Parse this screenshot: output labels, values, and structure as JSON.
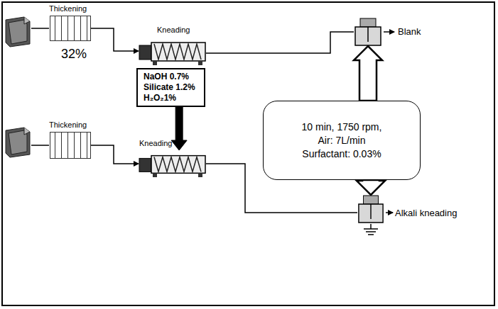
{
  "diagram": {
    "nodes": [
      {
        "text": [
          "Thickening"
        ]
      },
      {
        "text": [
          "Kneading"
        ]
      },
      {
        "text": [
          "Blank"
        ]
      },
      {
        "text": [
          "NaOH 0.7%",
          "Silicate 1.2%",
          "H₂O₂1%"
        ]
      },
      {
        "text": [
          "10 min, 1750 rpm,",
          "Air: 7L/min",
          "Surfactant: 0.03%"
        ]
      },
      {
        "text": [
          "Thickening"
        ]
      },
      {
        "text": [
          "Kneading"
        ]
      },
      {
        "text": [
          "Alkali kneading"
        ]
      }
    ],
    "edges": [
      {
        "from": 0,
        "to": 1,
        "arrow": "to"
      },
      {
        "from": 1,
        "to": 2,
        "arrow": "none"
      },
      {
        "from": 3,
        "to": 6,
        "arrow": "to"
      },
      {
        "from": 4,
        "to": 2,
        "arrow": "to"
      },
      {
        "from": 4,
        "to": 7,
        "arrow": "to"
      },
      {
        "from": 5,
        "to": 6,
        "arrow": "to"
      },
      {
        "from": 6,
        "to": 7,
        "arrow": "none"
      }
    ],
    "labels": [
      "32%"
    ]
  }
}
